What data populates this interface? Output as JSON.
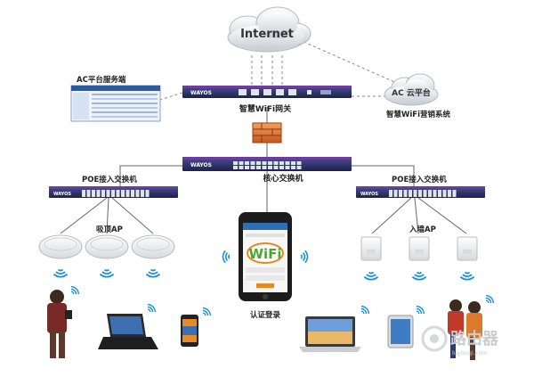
{
  "internet": {
    "label": "Internet"
  },
  "ac_cloud": {
    "label": "AC 云平台",
    "caption": "智慧WiFi营销系统"
  },
  "ac_server": {
    "label": "AC平台服务端"
  },
  "gateway": {
    "label": "智慧WiFi网关",
    "brand": "WAYOS"
  },
  "core_switch": {
    "label": "核心交换机",
    "brand": "WAYOS"
  },
  "poe_left": {
    "label": "POE接入交换机",
    "brand": "WAYOS"
  },
  "poe_right": {
    "label": "POE接入交换机",
    "brand": "WAYOS"
  },
  "ceiling_ap": {
    "label": "吸顶AP"
  },
  "wall_ap": {
    "label": "入墙AP"
  },
  "phone": {
    "label": "认证登录",
    "screen_text": "WiFi"
  },
  "watermark": {
    "text": "路由器",
    "sub": "luyouqi.com"
  },
  "colors": {
    "device": "#2a2f6b",
    "accent": "#6b3fa0",
    "wifi": "#1a8fd6",
    "line": "#555555"
  }
}
